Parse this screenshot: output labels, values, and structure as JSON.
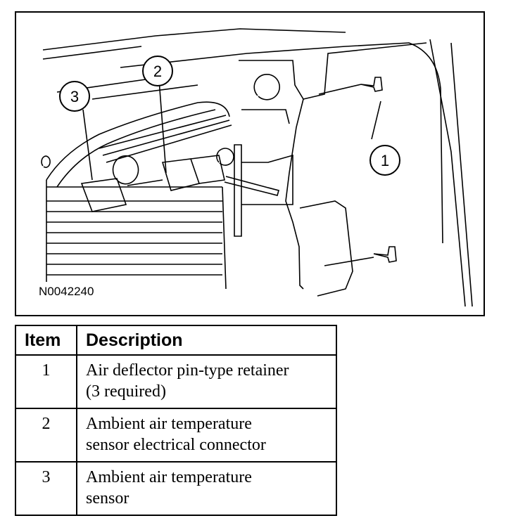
{
  "figure": {
    "id": "N0042240",
    "callouts": [
      "1",
      "2",
      "3"
    ]
  },
  "legend": {
    "headers": {
      "item": "Item",
      "description": "Description"
    },
    "rows": [
      {
        "item": "1",
        "description_line1": "Air deflector pin-type retainer",
        "description_line2": "(3 required)"
      },
      {
        "item": "2",
        "description_line1": "Ambient air temperature",
        "description_line2": "sensor electrical connector"
      },
      {
        "item": "3",
        "description_line1": "Ambient air temperature",
        "description_line2": "sensor"
      }
    ]
  }
}
